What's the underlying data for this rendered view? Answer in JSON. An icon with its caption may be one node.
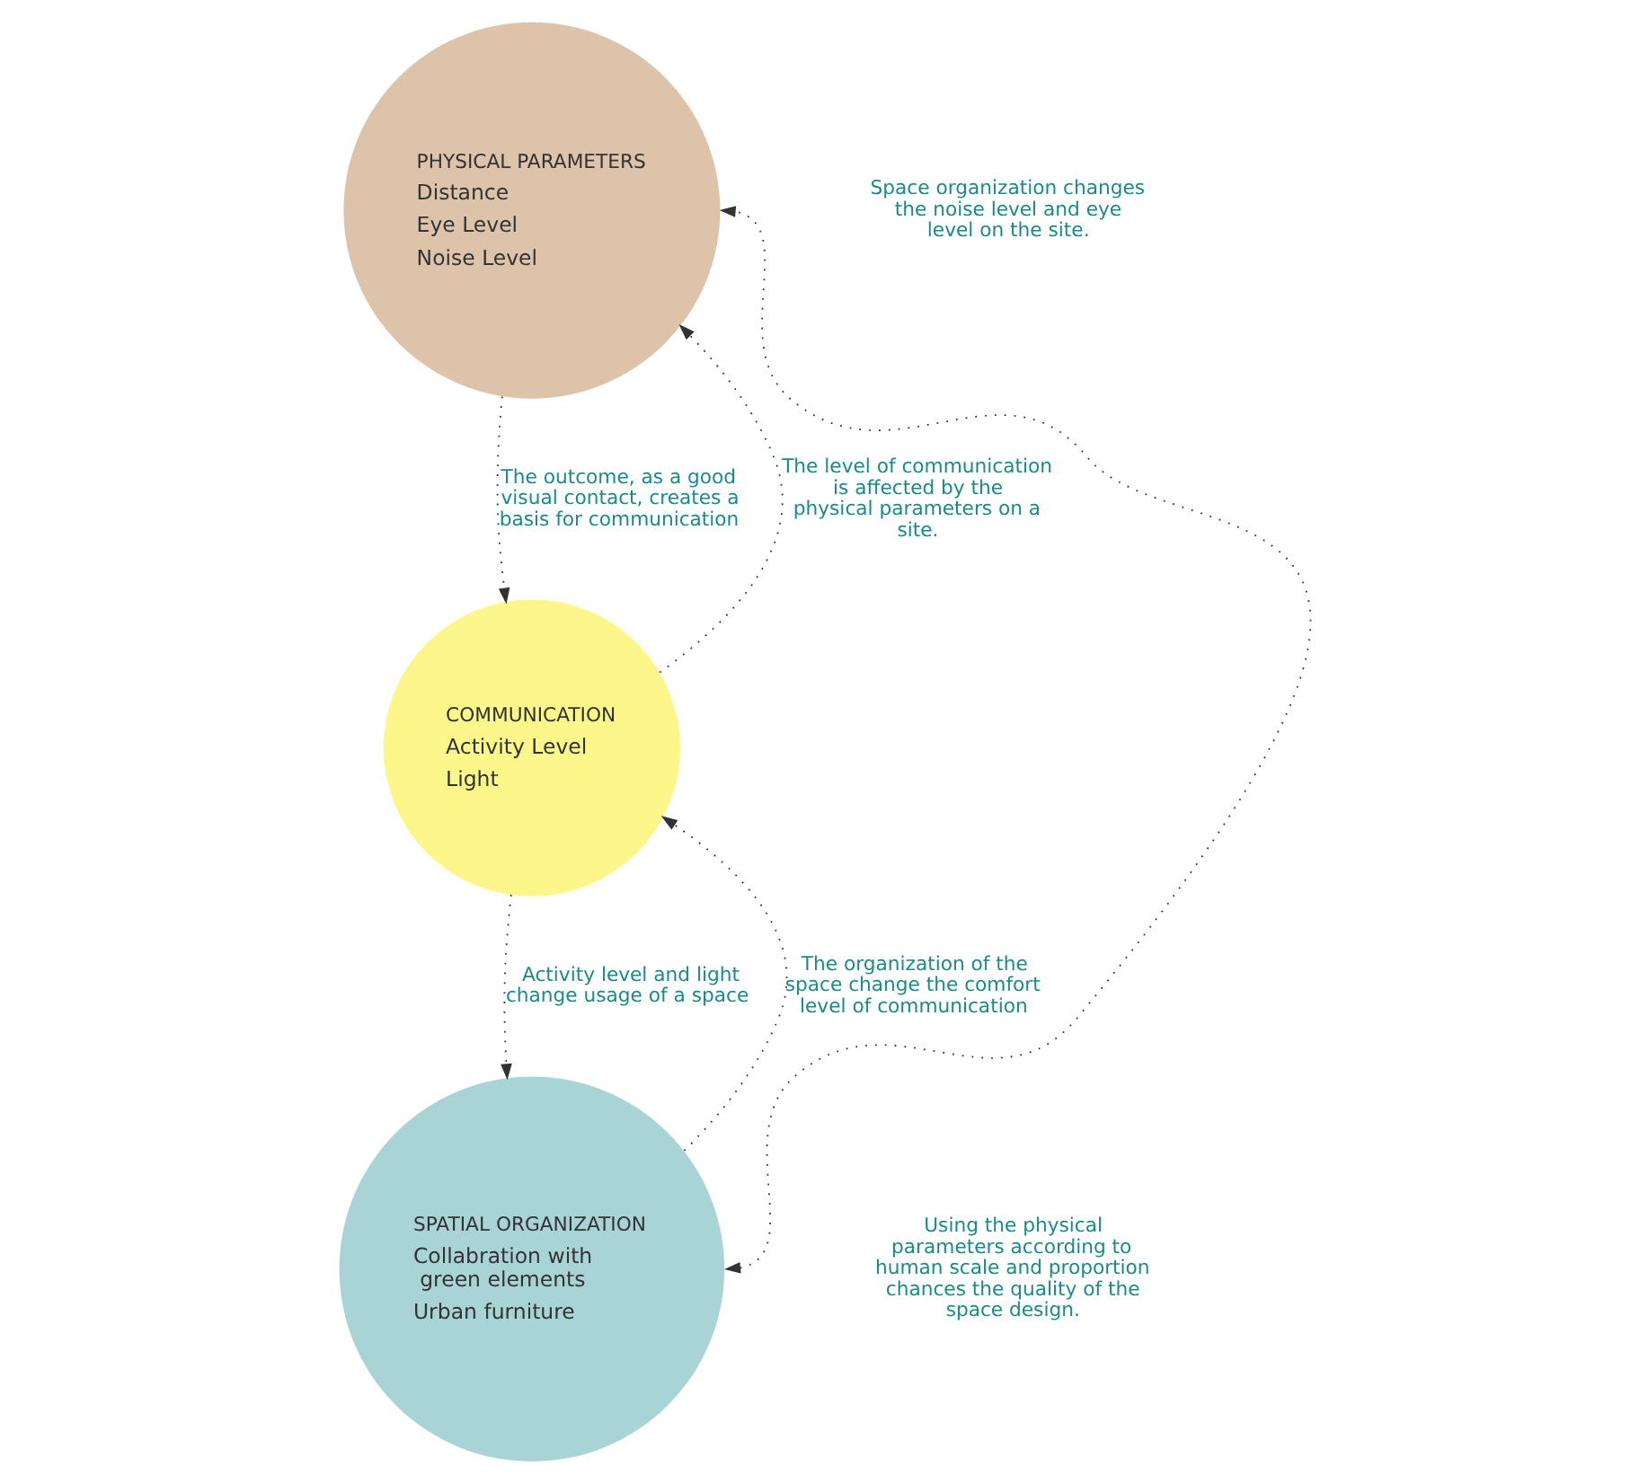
{
  "diagram": {
    "nodes": [
      {
        "text": [
          "PHYSICAL PARAMETERS",
          "Distance",
          "Eye Level",
          "Noise Level"
        ]
      },
      {
        "text": [
          "COMMUNICATION",
          "Activity Level",
          "Light"
        ]
      },
      {
        "text": [
          "SPATIAL ORGANIZATION",
          "Collabration with green elements",
          "Urban furniture"
        ]
      }
    ],
    "edges": [
      {
        "from": 1,
        "to": 0,
        "arrow": "to",
        "label": "The level of communication is affected by the physical parameters on a site."
      },
      {
        "from": 0,
        "to": 1,
        "arrow": "to",
        "label": "The outcome, as a good visual contact, creates a basis for communication"
      },
      {
        "from": 1,
        "to": 2,
        "arrow": "to",
        "label": "Activity level and light change usage of a space"
      },
      {
        "from": 2,
        "to": 1,
        "arrow": "to",
        "label": "The organization of the space change the comfort level of communication"
      },
      {
        "from": 2,
        "to": 0,
        "arrow": "both"
      }
    ],
    "labels": [
      "Space organization changes the noise level and eye level on the site.",
      "Using the physical parameters according to human scale and proportion chances the quality of the space design."
    ]
  }
}
